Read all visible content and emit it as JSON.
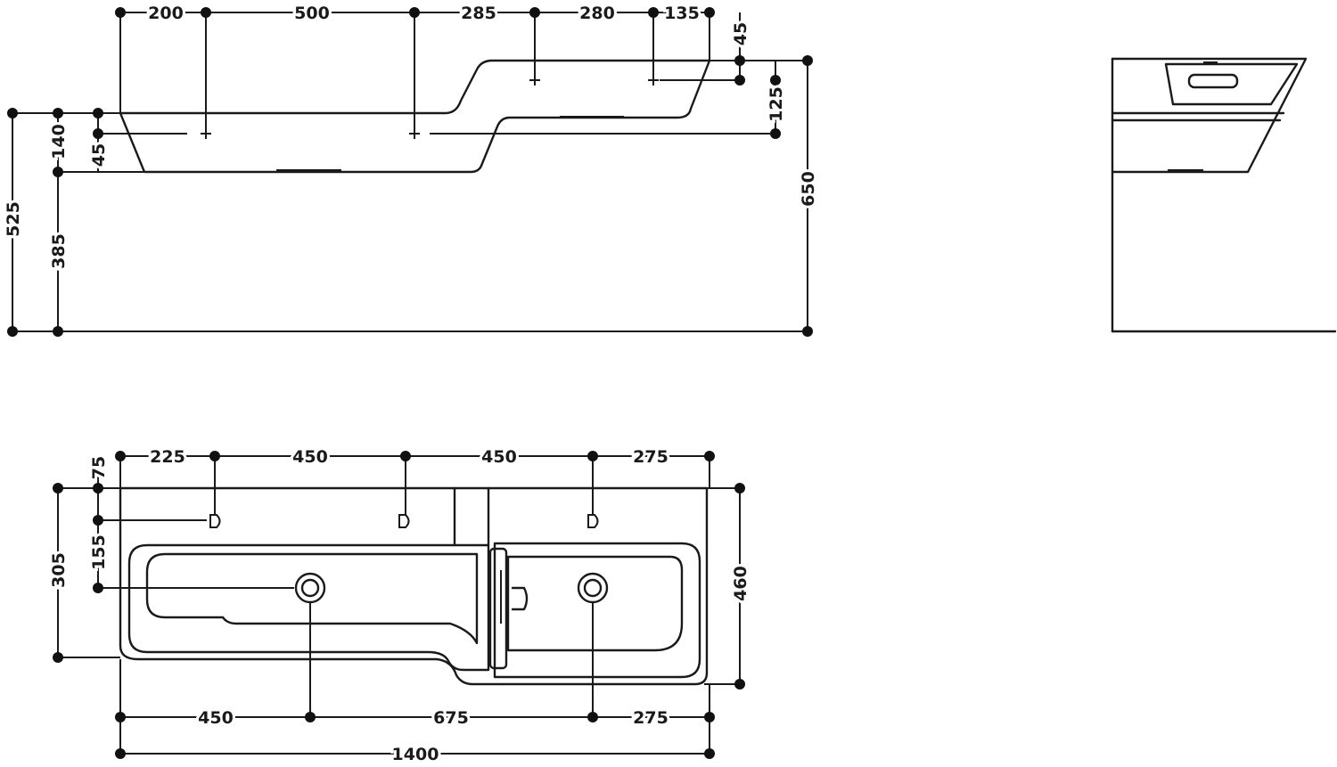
{
  "front_view": {
    "top_widths": [
      "200",
      "500",
      "285",
      "280",
      "135"
    ],
    "right_heights": [
      "45",
      "125"
    ],
    "left_heights": [
      "140",
      "45"
    ],
    "total_heights": [
      "525",
      "385"
    ],
    "overall_height": "650"
  },
  "top_view": {
    "top_widths": [
      "225",
      "450",
      "450",
      "275"
    ],
    "left_offsets": [
      "75",
      "155",
      "305"
    ],
    "depth": "460",
    "bottom_widths": [
      "450",
      "675",
      "275"
    ],
    "overall_width": "1400"
  },
  "colors": {
    "line": "#1a1a1a",
    "background": "#ffffff"
  }
}
